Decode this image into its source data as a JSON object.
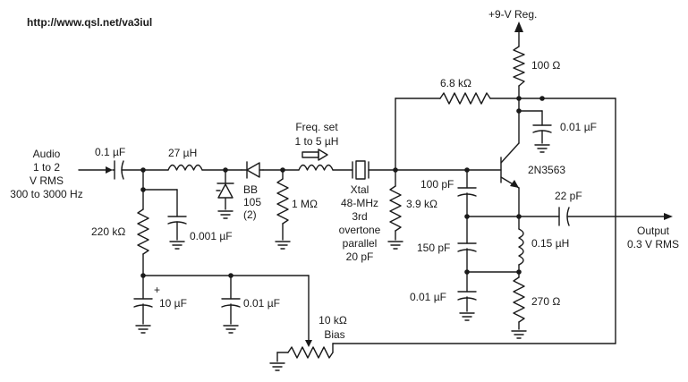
{
  "url": "http://www.qsl.net/va3iul",
  "supply": "+9-V Reg.",
  "input": {
    "l1": "Audio",
    "l2": "1 to 2",
    "l3": "V RMS",
    "l4": "300 to 3000 Hz"
  },
  "output": {
    "l1": "Output",
    "l2": "0.3 V RMS"
  },
  "components": {
    "c_in": "0.1 µF",
    "l_27": "27 µH",
    "varactor_l1": "BB",
    "varactor_l2": "105",
    "varactor_l3": "(2)",
    "r_220k": "220 kΩ",
    "c_0001": "0.001 µF",
    "r_1m": "1 MΩ",
    "freq_l1": "Freq. set",
    "freq_l2": "1 to 5 µH",
    "xtal_l1": "Xtal",
    "xtal_l2": "48-MHz",
    "xtal_l3": "3rd",
    "xtal_l4": "overtone",
    "xtal_l5": "parallel",
    "xtal_l6": "20 pF",
    "r_39k": "3.9 kΩ",
    "r_68k": "6.8 kΩ",
    "r_100": "100 Ω",
    "c_001_top": "0.01 µF",
    "transistor": "2N3563",
    "c_100p": "100 pF",
    "c_150p": "150 pF",
    "c_001_low": "0.01 µF",
    "c_22p": "22 pF",
    "l_015": "0.15 µH",
    "r_270": "270 Ω",
    "c_10u": "10 µF",
    "plus": "+",
    "c_001_bias": "0.01 µF",
    "pot_l1": "10 kΩ",
    "pot_l2": "Bias"
  }
}
